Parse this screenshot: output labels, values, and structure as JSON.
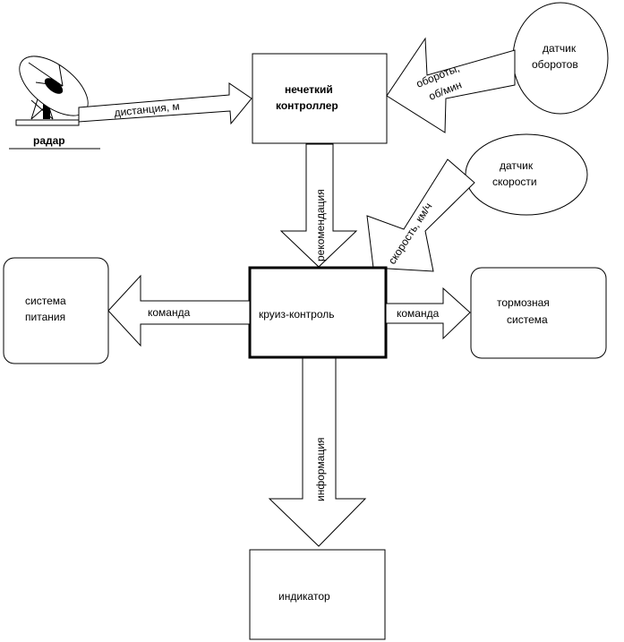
{
  "nodes": {
    "radar": "радар",
    "fuzzy_controller_line1": "нечеткий",
    "fuzzy_controller_line2": "контроллер",
    "rpm_sensor_line1": "датчик",
    "rpm_sensor_line2": "оборотов",
    "speed_sensor_line1": "датчик",
    "speed_sensor_line2": "скорости",
    "power_system_line1": "система",
    "power_system_line2": "питания",
    "cruise_control": "круиз-контроль",
    "brake_system_line1": "тормозная",
    "brake_system_line2": "система",
    "indicator": "индикатор"
  },
  "edges": {
    "distance": "дистанция, м",
    "rpm_line1": "обороты,",
    "rpm_line2": "об/мин",
    "recommendation": "рекомендация",
    "speed": "скорость, км/ч",
    "command_left": "команда",
    "command_right": "команда",
    "information": "информация"
  }
}
